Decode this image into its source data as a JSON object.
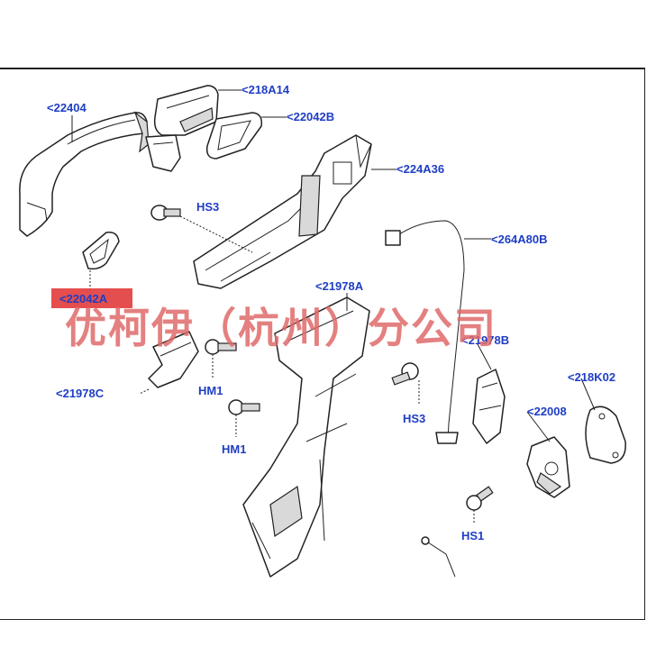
{
  "watermark": "优柯伊（杭州）分公司",
  "labels": {
    "l22404": "<22404",
    "l218A14": "<218A14",
    "l22042B": "<22042B",
    "l224A36": "<224A36",
    "lHS3a": "HS3",
    "l264A80B": "<264A80B",
    "l22042A": "<22042A",
    "l21978A": "<21978A",
    "l21978B": "<21978B",
    "l218K02": "<218K02",
    "l21978C": "<21978C",
    "lHM1a": "HM1",
    "lHM1b": "HM1",
    "lHS3b": "HS3",
    "l22008": "<22008",
    "lHS1": "HS1"
  },
  "colors": {
    "label": "#1f3ec4",
    "highlight": "#e23b3b",
    "watermark": "#e06a6a"
  }
}
